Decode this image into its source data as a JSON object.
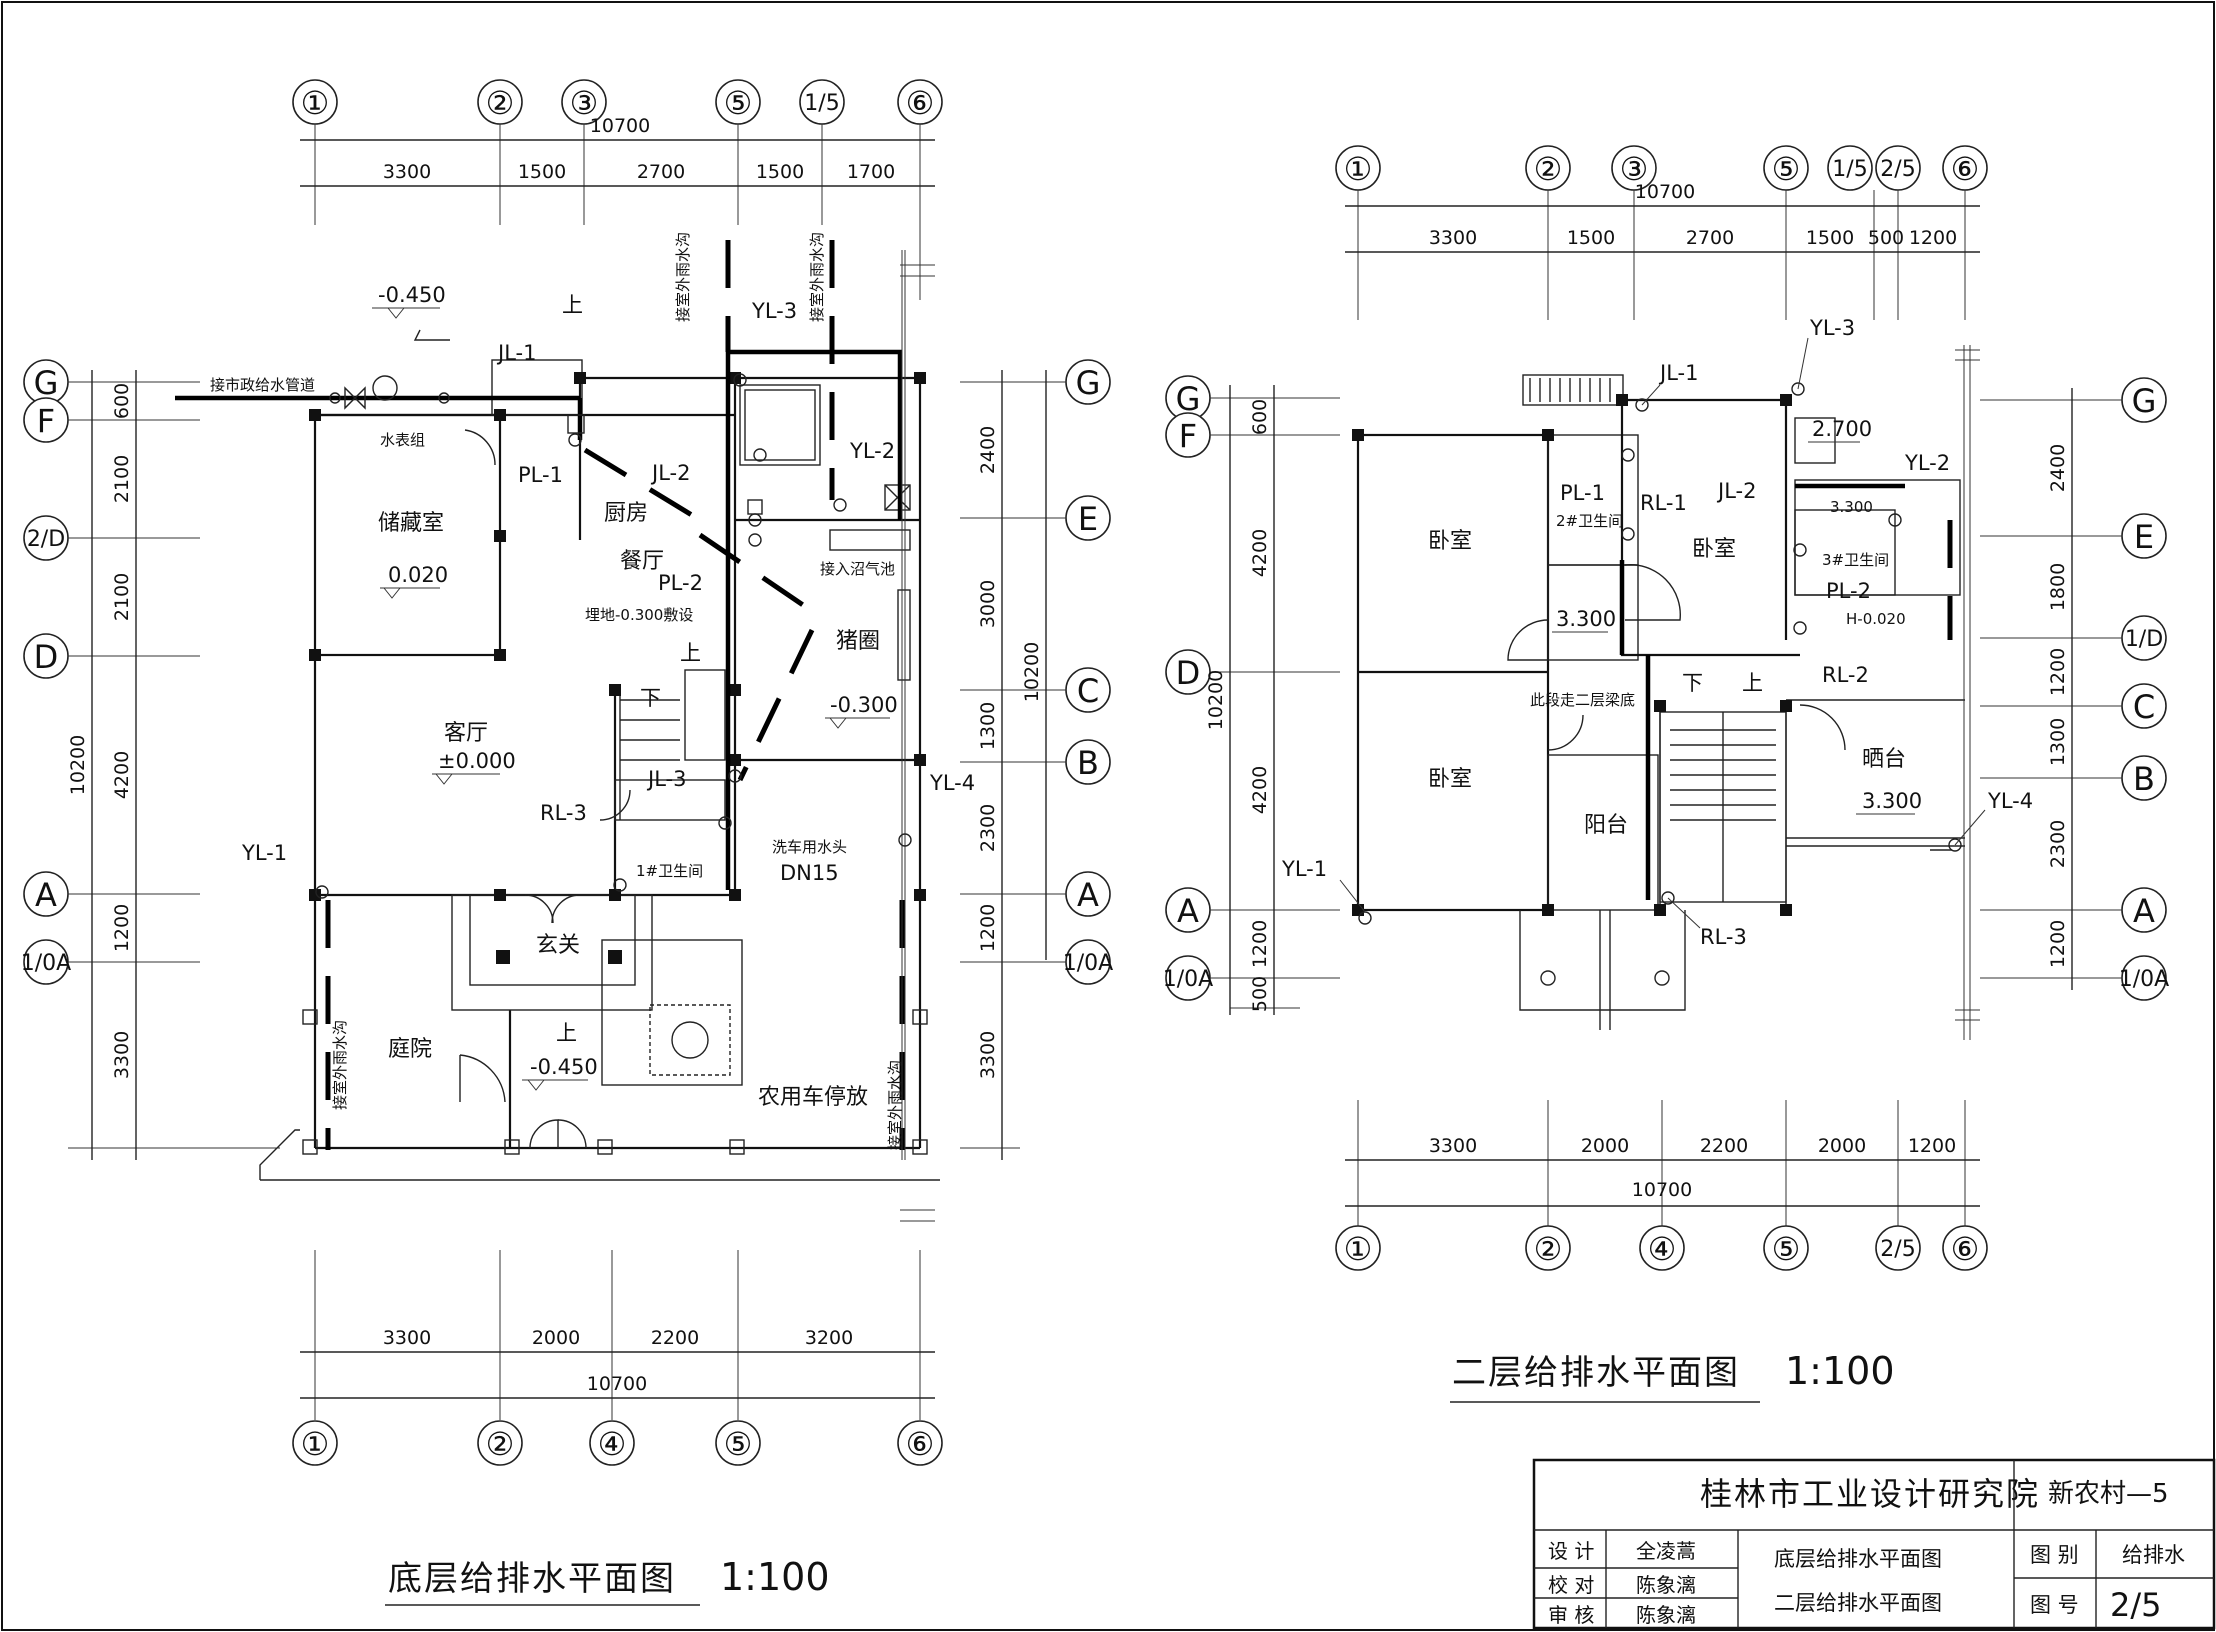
{
  "plans": {
    "ground": {
      "title": "底层给排水平面图",
      "scale": "1:100",
      "top_axes": [
        "①",
        "②",
        "③",
        "⑤",
        "1/5",
        "⑥"
      ],
      "top_dims": [
        "3300",
        "1500",
        "2700",
        "1500",
        "1700"
      ],
      "top_total": "10700",
      "bottom_axes": [
        "①",
        "②",
        "④",
        "⑤",
        "⑥"
      ],
      "bottom_dims": [
        "3300",
        "2000",
        "2200",
        "3200"
      ],
      "bottom_total": "10700",
      "left_axes": [
        "G",
        "F",
        "2/D",
        "D",
        "A",
        "1/0A"
      ],
      "left_dims": [
        "600",
        "2100",
        "2100",
        "4200",
        "1200",
        "3300"
      ],
      "left_total": "10200",
      "right_axes": [
        "G",
        "E",
        "C",
        "B",
        "A",
        "1/0A"
      ],
      "right_dims": [
        "2400",
        "3000",
        "1300",
        "2300",
        "1200",
        "3300"
      ],
      "right_total": "10200",
      "rooms": {
        "storage": "储藏室",
        "kitchen": "厨房",
        "dining": "餐厅",
        "living": "客厅",
        "pigsty": "猪圈",
        "foyer": "玄关",
        "courtyard": "庭院",
        "parking": "农用车停放",
        "bath1": "1#卫生间",
        "meter": "水表组"
      },
      "levels": {
        "top": "-0.450",
        "storage": "0.020",
        "living": "±0.000",
        "pigsty": "-0.300",
        "entry": "-0.450"
      },
      "pipes": {
        "jl1": "JL-1",
        "pl1": "PL-1",
        "jl2": "JL-2",
        "pl2": "PL-2",
        "yl3": "YL-3",
        "yl2": "YL-2",
        "jl3": "JL-3",
        "rl3": "RL-3",
        "yl1": "YL-1",
        "yl4": "YL-4"
      },
      "notes": {
        "municipal": "接市政给水管道",
        "rain1": "接室外雨水沟",
        "rain2": "接室外雨水沟",
        "rain3": "接室外雨水沟",
        "rain4": "接室外雨水沟",
        "biogas": "接入沼气池",
        "buried": "埋地-0.300敷设",
        "tap": "洗车用水头",
        "dn": "DN15",
        "up1": "上",
        "up2": "上",
        "up3": "上",
        "down": "下"
      }
    },
    "second": {
      "title": "二层给排水平面图",
      "scale": "1:100",
      "top_axes": [
        "①",
        "②",
        "③",
        "⑤",
        "1/5",
        "2/5",
        "⑥"
      ],
      "top_dims": [
        "3300",
        "1500",
        "2700",
        "1500",
        "500",
        "1200"
      ],
      "top_total": "10700",
      "bottom_axes": [
        "①",
        "②",
        "④",
        "⑤",
        "2/5",
        "⑥"
      ],
      "bottom_dims": [
        "3300",
        "2000",
        "2200",
        "2000",
        "1200"
      ],
      "bottom_total": "10700",
      "left_axes": [
        "G",
        "F",
        "D",
        "A",
        "1/0A"
      ],
      "left_dims": [
        "600",
        "4200",
        "4200",
        "1200",
        "500"
      ],
      "left_total": "10200",
      "right_axes": [
        "G",
        "E",
        "1/D",
        "C",
        "B",
        "A",
        "1/0A"
      ],
      "right_dims": [
        "2400",
        "1800",
        "1200",
        "1300",
        "2300",
        "1200"
      ],
      "rooms": {
        "bed1": "卧室",
        "bed2": "卧室",
        "bed3": "卧室",
        "balcony": "阳台",
        "sun": "晒台",
        "bath2": "2#卫生间",
        "bath3": "3#卫生间",
        "corridor": "此段走二层梁底"
      },
      "levels": {
        "a": "2.700",
        "b": "3.300",
        "c": "3.300",
        "d": "3.300",
        "h": "H-0.020"
      },
      "pipes": {
        "yl3": "YL-3",
        "jl1": "JL-1",
        "pl1": "PL-1",
        "rl1": "RL-1",
        "jl2": "JL-2",
        "yl2": "YL-2",
        "pl2": "PL-2",
        "rl2": "RL-2",
        "yl1": "YL-1",
        "yl4": "YL-4",
        "rl3": "RL-3"
      },
      "notes": {
        "down": "下",
        "up": "上"
      }
    }
  },
  "title_block": {
    "institute": "桂林市工业设计研究院",
    "project": "新农村—5",
    "design_label": "设 计",
    "design_name": "全凌蒿",
    "check_label": "校 对",
    "check_name": "陈象漓",
    "review_label": "审 核",
    "review_name": "陈象漓",
    "drawing_1": "底层给排水平面图",
    "drawing_2": "二层给排水平面图",
    "category_label": "图 别",
    "category_value": "给排水",
    "number_label": "图 号",
    "number_value": "2/5"
  }
}
